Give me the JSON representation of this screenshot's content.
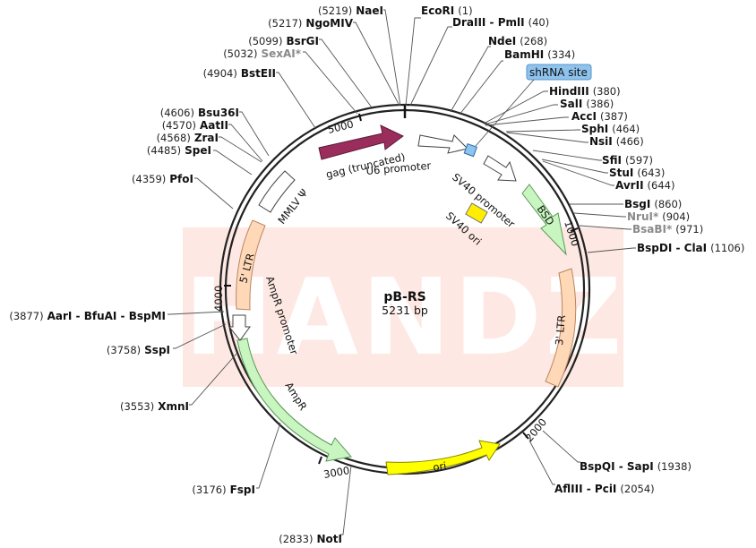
{
  "plasmid": {
    "name": "pB-RS",
    "size_label": "5231 bp",
    "total_bp": 5231,
    "watermark": "HANDZ"
  },
  "colors": {
    "backbone": "#222222",
    "leader_line": "#555555",
    "watermark": "#fde0da",
    "gag": "#9b2d5c",
    "promoter_fill": "#ffffff",
    "shrna": "#8ec3ee",
    "sv40ori": "#ffee00",
    "bsd": "#c8f5c0",
    "ltr": "#ffd8b8",
    "ampr": "#c8f5c0",
    "ori": "#ffff00",
    "mmlv": "#ffffff"
  },
  "enzymes": [
    {
      "num": "(1)",
      "name": "EcoRI",
      "bp": 1,
      "gray": false
    },
    {
      "num": "(40)",
      "name": "DraIII - PmlI",
      "bp": 40,
      "gray": false
    },
    {
      "num": "(268)",
      "name": "NdeI",
      "bp": 268,
      "gray": false
    },
    {
      "num": "(334)",
      "name": "BamHI",
      "bp": 334,
      "gray": false
    },
    {
      "num": "(380)",
      "name": "HindIII",
      "bp": 380,
      "gray": false
    },
    {
      "num": "(386)",
      "name": "SalI",
      "bp": 386,
      "gray": false
    },
    {
      "num": "(387)",
      "name": "AccI",
      "bp": 387,
      "gray": false
    },
    {
      "num": "(464)",
      "name": "SphI",
      "bp": 464,
      "gray": false
    },
    {
      "num": "(466)",
      "name": "NsiI",
      "bp": 466,
      "gray": false
    },
    {
      "num": "(597)",
      "name": "SfiI",
      "bp": 597,
      "gray": false
    },
    {
      "num": "(643)",
      "name": "StuI",
      "bp": 643,
      "gray": false
    },
    {
      "num": "(644)",
      "name": "AvrII",
      "bp": 644,
      "gray": false
    },
    {
      "num": "(860)",
      "name": "BsgI",
      "bp": 860,
      "gray": false
    },
    {
      "num": "(904)",
      "name": "NruI*",
      "bp": 904,
      "gray": true
    },
    {
      "num": "(971)",
      "name": "BsaBI*",
      "bp": 971,
      "gray": true
    },
    {
      "num": "(1106)",
      "name": "BspDI - ClaI",
      "bp": 1106,
      "gray": false
    },
    {
      "num": "(1938)",
      "name": "BspQI - SapI",
      "bp": 1938,
      "gray": false
    },
    {
      "num": "(2054)",
      "name": "AflIII - PciI",
      "bp": 2054,
      "gray": false
    },
    {
      "num": "(2833)",
      "name": "NotI",
      "bp": 2833,
      "gray": false
    },
    {
      "num": "(3176)",
      "name": "FspI",
      "bp": 3176,
      "gray": false
    },
    {
      "num": "(3553)",
      "name": "XmnI",
      "bp": 3553,
      "gray": false
    },
    {
      "num": "(3758)",
      "name": "SspI",
      "bp": 3758,
      "gray": false
    },
    {
      "num": "(3877)",
      "name": "AarI - BfuAI - BspMI",
      "bp": 3877,
      "gray": false
    },
    {
      "num": "(4359)",
      "name": "PfoI",
      "bp": 4359,
      "gray": false
    },
    {
      "num": "(4485)",
      "name": "SpeI",
      "bp": 4485,
      "gray": false
    },
    {
      "num": "(4568)",
      "name": "ZraI",
      "bp": 4568,
      "gray": false
    },
    {
      "num": "(4570)",
      "name": "AatII",
      "bp": 4570,
      "gray": false
    },
    {
      "num": "(4606)",
      "name": "Bsu36I",
      "bp": 4606,
      "gray": false
    },
    {
      "num": "(4904)",
      "name": "BstEII",
      "bp": 4904,
      "gray": false
    },
    {
      "num": "(5032)",
      "name": "SexAI*",
      "bp": 5032,
      "gray": true
    },
    {
      "num": "(5099)",
      "name": "BsrGI",
      "bp": 5099,
      "gray": false
    },
    {
      "num": "(5217)",
      "name": "NgoMIV",
      "bp": 5217,
      "gray": false
    },
    {
      "num": "(5219)",
      "name": "NaeI",
      "bp": 5219,
      "gray": false
    }
  ],
  "features": [
    {
      "name": "gag (truncated)",
      "key": "gag"
    },
    {
      "name": "U6 promoter",
      "key": "u6"
    },
    {
      "name": "shRNA site",
      "key": "shrna"
    },
    {
      "name": "SV40 promoter",
      "key": "sv40p"
    },
    {
      "name": "SV40 ori",
      "key": "sv40ori"
    },
    {
      "name": "BSD",
      "key": "bsd"
    },
    {
      "name": "3' LTR",
      "key": "ltr3"
    },
    {
      "name": "ori",
      "key": "ori"
    },
    {
      "name": "AmpR",
      "key": "ampr"
    },
    {
      "name": "AmpR promoter",
      "key": "amprp"
    },
    {
      "name": "5' LTR",
      "key": "ltr5"
    },
    {
      "name": "MMLV Ψ",
      "key": "mmlv"
    }
  ],
  "ticks": [
    {
      "label": "1000",
      "bp": 1000
    },
    {
      "label": "2000",
      "bp": 2000
    },
    {
      "label": "3000",
      "bp": 3000
    },
    {
      "label": "4000",
      "bp": 4000
    },
    {
      "label": "5000",
      "bp": 5000
    }
  ]
}
